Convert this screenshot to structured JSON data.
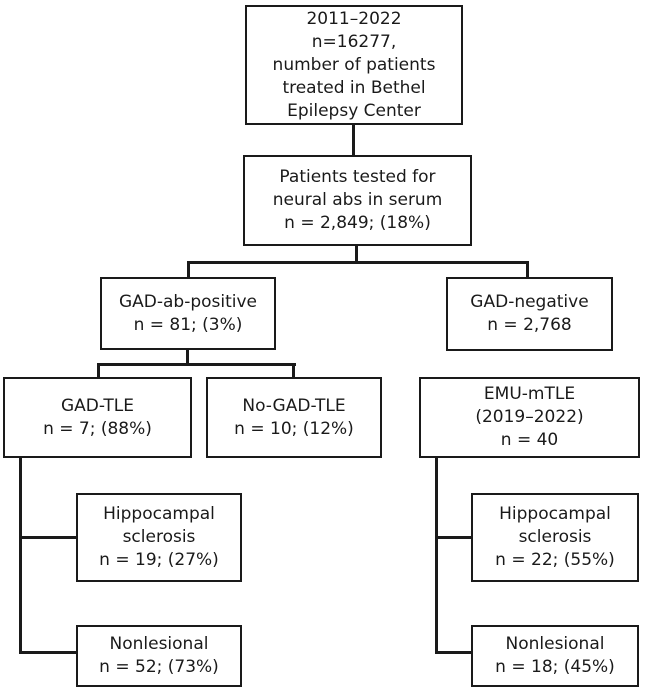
{
  "diagram": {
    "type": "flowchart",
    "description": "Patient selection flowchart, Bethel Epilepsy Center",
    "colors": {
      "background": "#ffffff",
      "box_fill": "#ffffff",
      "box_border": "#1a1a1a",
      "text": "#1a1a1a",
      "connector": "#1a1a1a"
    },
    "nodes": {
      "root": {
        "lines": [
          "2011–2022",
          "n=16277,",
          "number of patients",
          "treated in Bethel",
          "Epilepsy Center"
        ]
      },
      "tested": {
        "lines": [
          "Patients tested for",
          "neural abs in serum",
          "n = 2,849; (18%)"
        ]
      },
      "gad_positive": {
        "lines": [
          "GAD-ab-positive",
          "n = 81; (3%)"
        ]
      },
      "gad_negative": {
        "lines": [
          "GAD-negative",
          "n = 2,768"
        ]
      },
      "gad_tle": {
        "lines": [
          "GAD-TLE",
          "n = 7; (88%)"
        ]
      },
      "no_gad_tle": {
        "lines": [
          "No-GAD-TLE",
          "n = 10; (12%)"
        ]
      },
      "emu_mtle": {
        "lines": [
          "EMU-mTLE",
          "(2019–2022)",
          "n = 40"
        ]
      },
      "gad_hs": {
        "lines": [
          "Hippocampal",
          "sclerosis",
          "n = 19; (27%)"
        ]
      },
      "gad_nonlesional": {
        "lines": [
          "Nonlesional",
          "n = 52; (73%)"
        ]
      },
      "emu_hs": {
        "lines": [
          "Hippocampal",
          "sclerosis",
          "n = 22; (55%)"
        ]
      },
      "emu_nonlesional": {
        "lines": [
          "Nonlesional",
          "n = 18; (45%)"
        ]
      }
    },
    "edges": [
      {
        "from": "root",
        "to": "tested"
      },
      {
        "from": "tested",
        "to": "gad_positive"
      },
      {
        "from": "tested",
        "to": "gad_negative"
      },
      {
        "from": "gad_positive",
        "to": "gad_tle"
      },
      {
        "from": "gad_positive",
        "to": "no_gad_tle"
      },
      {
        "from": "gad_tle",
        "to": "gad_hs"
      },
      {
        "from": "gad_tle",
        "to": "gad_nonlesional"
      },
      {
        "from": "emu_mtle",
        "to": "emu_hs"
      },
      {
        "from": "emu_mtle",
        "to": "emu_nonlesional"
      }
    ]
  }
}
